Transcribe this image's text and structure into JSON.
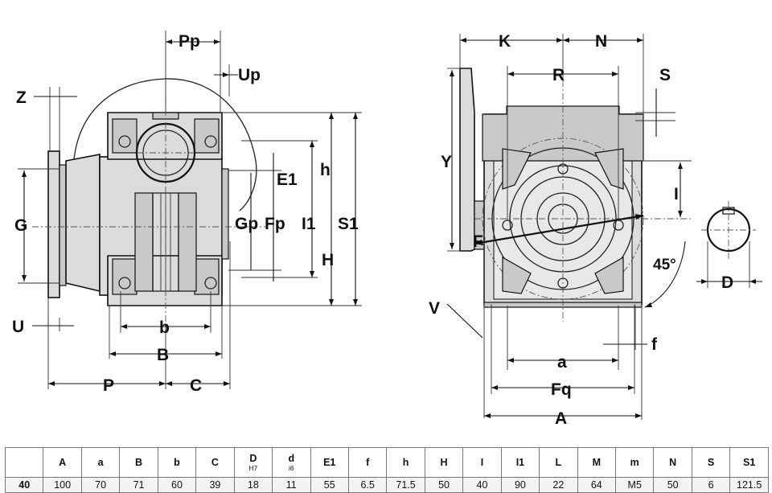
{
  "labels": {
    "Pp": "Pp",
    "Up": "Up",
    "Z": "Z",
    "G": "G",
    "U": "U",
    "E1": "E1",
    "h": "h",
    "Gp": "Gp",
    "Fp": "Fp",
    "I1": "I1",
    "S1": "S1",
    "H": "H",
    "b": "b",
    "B": "B",
    "P": "P",
    "C": "C",
    "K": "K",
    "N": "N",
    "R": "R",
    "S": "S",
    "Y": "Y",
    "I": "I",
    "F": "F",
    "deg45": "45°",
    "D": "D",
    "V": "V",
    "a": "a",
    "f": "f",
    "Fq": "Fq",
    "A": "A"
  },
  "table": {
    "headers": [
      "",
      "A",
      "a",
      "B",
      "b",
      "C",
      "D",
      "d",
      "E1",
      "f",
      "h",
      "H",
      "I",
      "I1",
      "L",
      "M",
      "m",
      "N",
      "S",
      "S1"
    ],
    "subscripts": {
      "D": "H7",
      "d": "i6"
    },
    "rows": [
      [
        "40",
        "100",
        "70",
        "71",
        "60",
        "39",
        "18",
        "11",
        "55",
        "6.5",
        "71.5",
        "50",
        "40",
        "90",
        "22",
        "64",
        "M5",
        "50",
        "6",
        "121.5"
      ]
    ]
  }
}
